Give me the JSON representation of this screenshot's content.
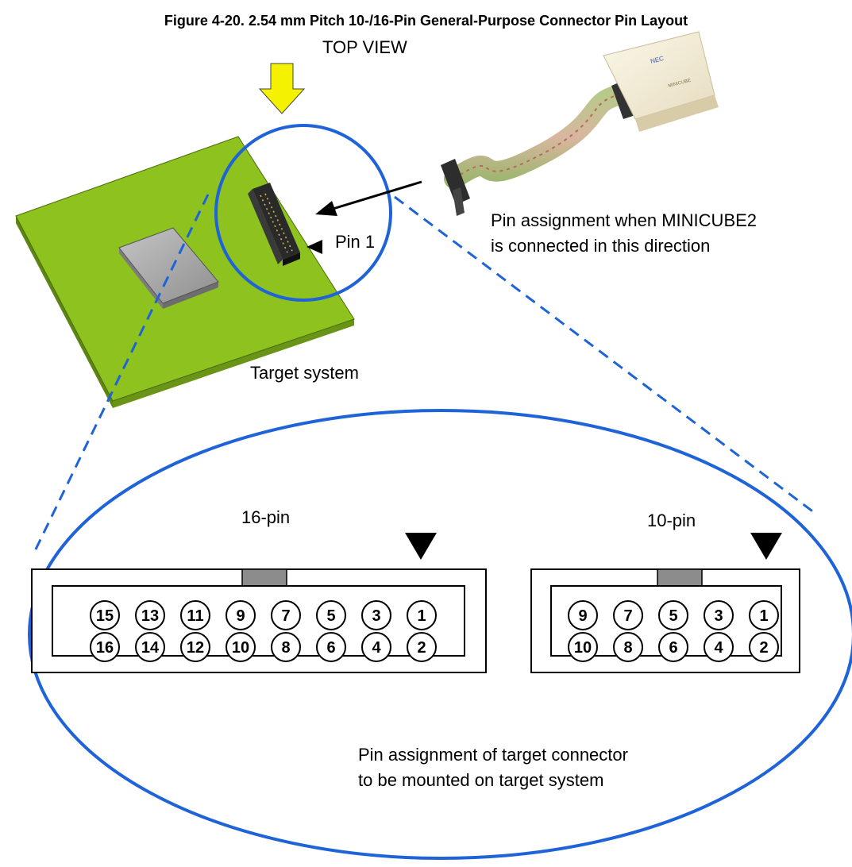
{
  "figure_title": "Figure 4-20.    2.54 mm Pitch 10-/16-Pin General-Purpose Connector Pin Layout",
  "top_view_label": "TOP VIEW",
  "pin1_label": "Pin 1",
  "minicube_note": {
    "line1": "Pin assignment when MINICUBE2",
    "line2": "is connected in this direction"
  },
  "target_system_label": "Target system",
  "connector_16": {
    "label": "16-pin",
    "top_row": [
      "15",
      "13",
      "11",
      "9",
      "7",
      "5",
      "3",
      "1"
    ],
    "bottom_row": [
      "16",
      "14",
      "12",
      "10",
      "8",
      "6",
      "4",
      "2"
    ]
  },
  "connector_10": {
    "label": "10-pin",
    "top_row": [
      "9",
      "7",
      "5",
      "3",
      "1"
    ],
    "bottom_row": [
      "10",
      "8",
      "6",
      "4",
      "2"
    ]
  },
  "target_connector_note": {
    "line1": "Pin assignment of target connector",
    "line2": "to be mounted on target system"
  },
  "colors": {
    "board_green": "#8dc21f",
    "callout_blue": "#1f63d8",
    "arrow_yellow": "#f5f200",
    "chip_gray": "#a8a8a8",
    "key_gray": "#8c8c8c"
  }
}
